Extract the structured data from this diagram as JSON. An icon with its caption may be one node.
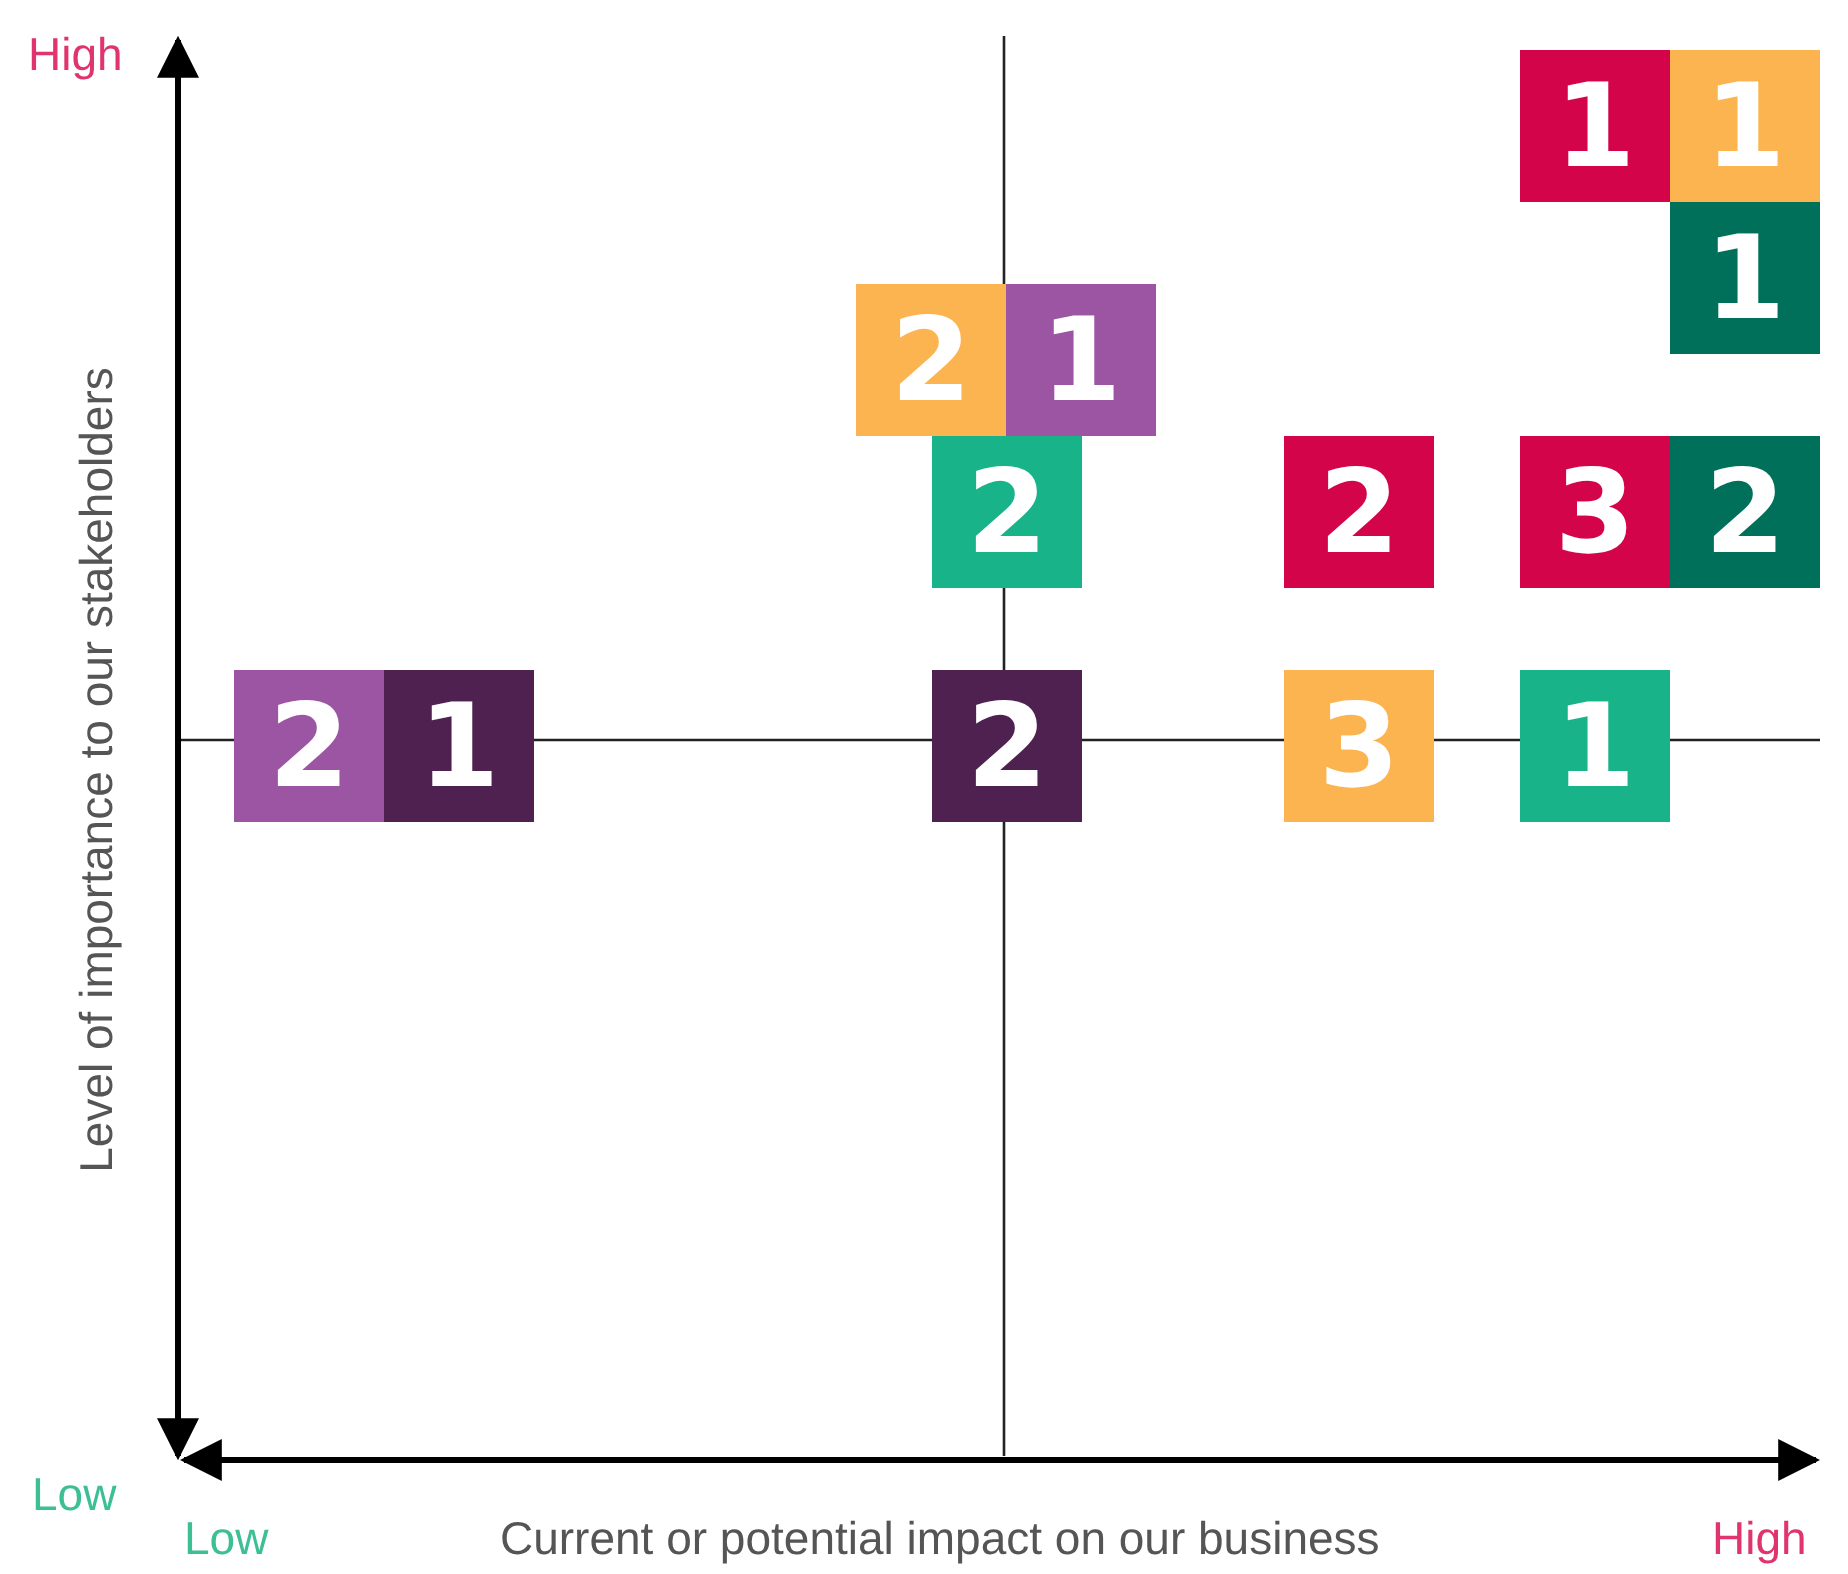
{
  "diagram": {
    "nodes": [
      {
        "text": [
          "1"
        ]
      },
      {
        "text": [
          "1"
        ]
      },
      {
        "text": [
          "1"
        ]
      },
      {
        "text": [
          "2"
        ]
      },
      {
        "text": [
          "1"
        ]
      },
      {
        "text": [
          "2"
        ]
      },
      {
        "text": [
          "2"
        ]
      },
      {
        "text": [
          "3"
        ]
      },
      {
        "text": [
          "2"
        ]
      },
      {
        "text": [
          "2"
        ]
      },
      {
        "text": [
          "1"
        ]
      },
      {
        "text": [
          "2"
        ]
      },
      {
        "text": [
          "3"
        ]
      },
      {
        "text": [
          "1"
        ]
      }
    ],
    "labels": [
      "High",
      "Level of importance to our stakeholders",
      "Low",
      "Low",
      "Current or potential impact on our business",
      "High"
    ]
  }
}
